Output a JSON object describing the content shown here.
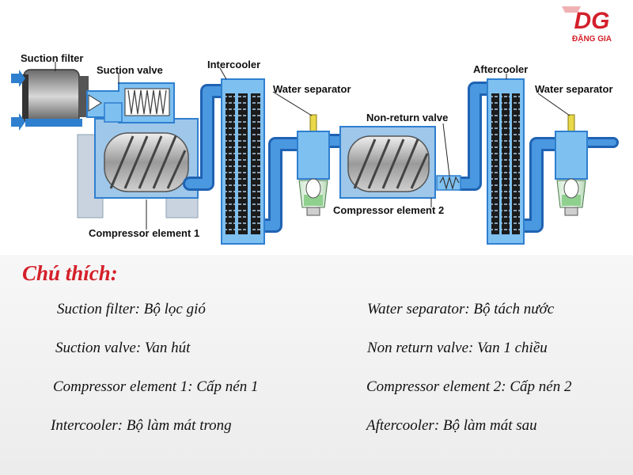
{
  "colors": {
    "pipe": "#2f7fcf",
    "pipe_light": "#7ec0f0",
    "accent": "#d4202a"
  },
  "logo": {
    "mark": "DG",
    "name": "ĐẶNG GIA"
  },
  "diagram": {
    "labels": {
      "suction_filter": "Suction filter",
      "suction_valve": "Suction valve",
      "intercooler": "Intercooler",
      "water_separator_1": "Water separator",
      "non_return_valve": "Non-return valve",
      "compressor_element_2": "Compressor element",
      "compressor_element_2_num": "2",
      "aftercooler": "Aftercooler",
      "water_separator_2": "Water separator",
      "compressor_element_1": "Compressor element",
      "compressor_element_1_num": "1"
    }
  },
  "legend": {
    "title": "Chú thích:",
    "items": [
      "Suction filter: Bộ lọc gió",
      "Water separator: Bộ tách nước",
      "Suction valve: Van hút",
      "Non return valve: Van 1 chiều",
      "Compressor element 1: Cấp nén 1",
      "Compressor element 2: Cấp nén 2",
      "Intercooler: Bộ làm mát trong",
      "Aftercooler: Bộ làm mát sau"
    ]
  }
}
